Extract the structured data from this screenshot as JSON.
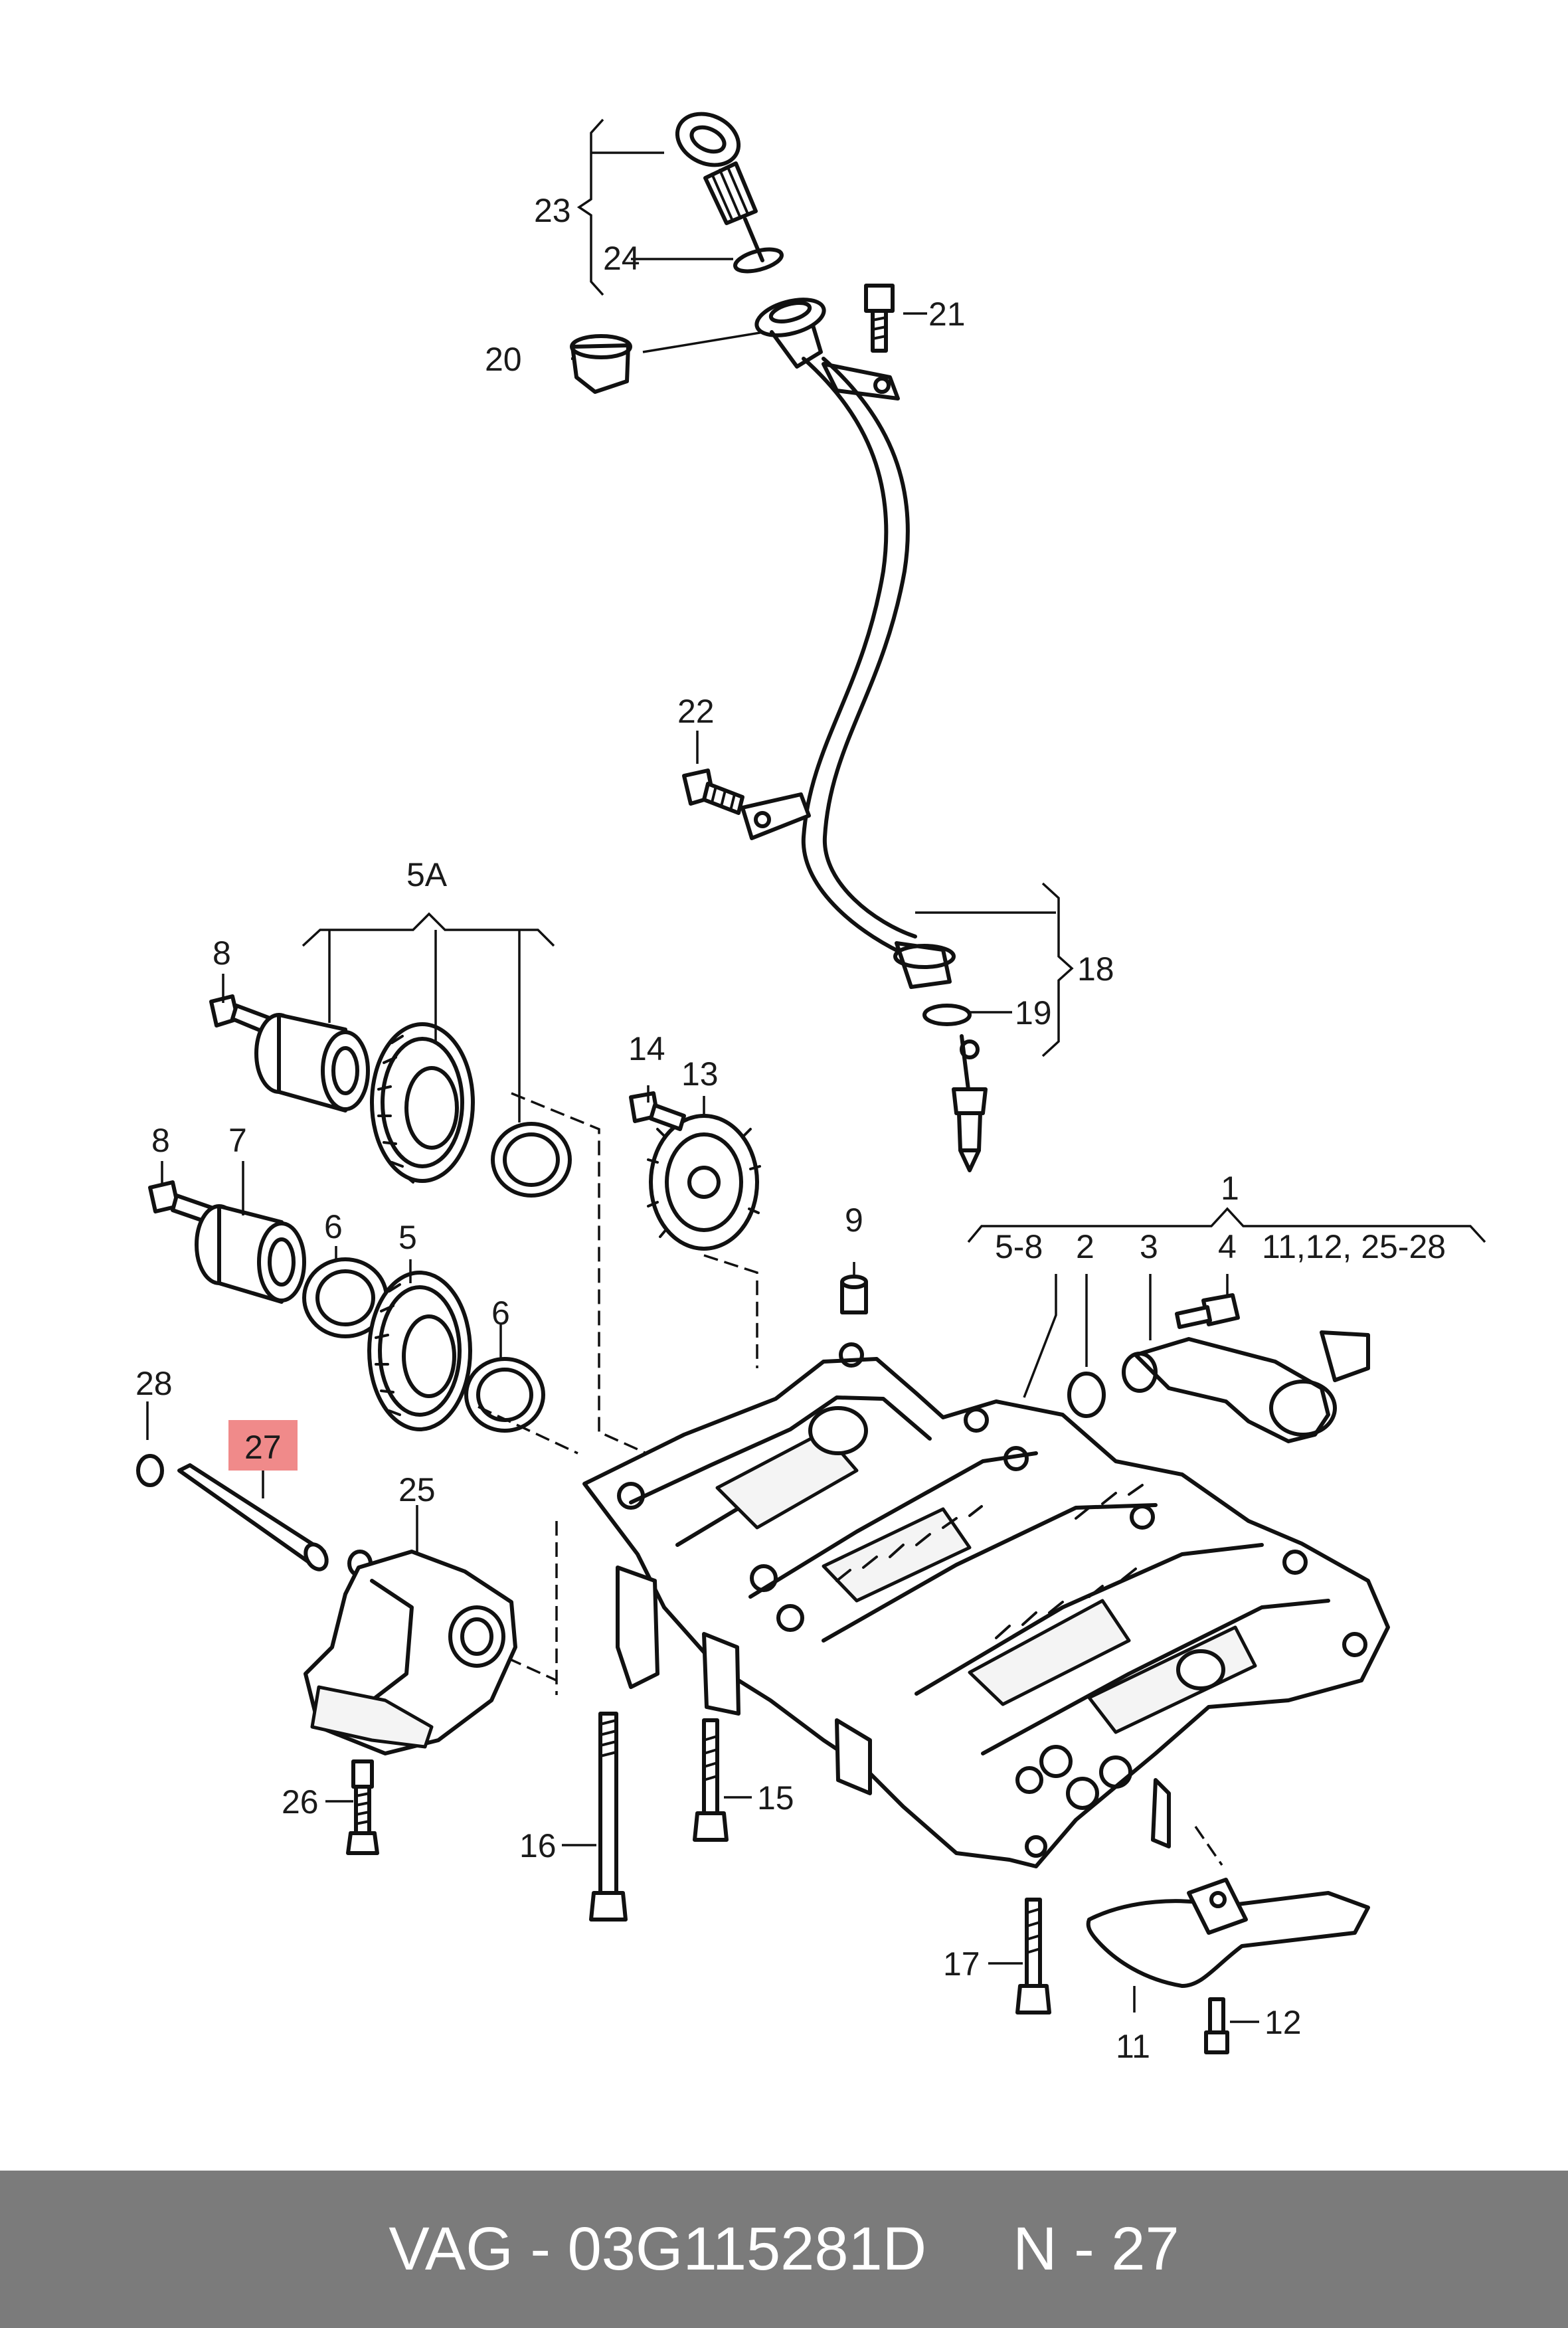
{
  "callouts": {
    "c1": "1",
    "c2": "2",
    "c3": "3",
    "c4": "4",
    "c5": "5",
    "c5a": "5A",
    "c5_8": "5-8",
    "c6a": "6",
    "c6b": "6",
    "c7": "7",
    "c8a": "8",
    "c8b": "8",
    "c9": "9",
    "c11": "11",
    "c11_group": "11,12, 25-28",
    "c12": "12",
    "c13": "13",
    "c14": "14",
    "c15": "15",
    "c16": "16",
    "c17": "17",
    "c18": "18",
    "c19": "19",
    "c20": "20",
    "c21": "21",
    "c22": "22",
    "c23": "23",
    "c24": "24",
    "c25": "25",
    "c26": "26",
    "c27": "27",
    "c28": "28"
  },
  "highlight": {
    "label": "27",
    "color": "#f08a8a"
  },
  "footer": {
    "brand_part": "VAG - 03G115281D",
    "position": "N - 27"
  },
  "colors": {
    "footer_background": "#7b7b7b",
    "footer_text": "#ffffff",
    "line_art": "#111111"
  }
}
